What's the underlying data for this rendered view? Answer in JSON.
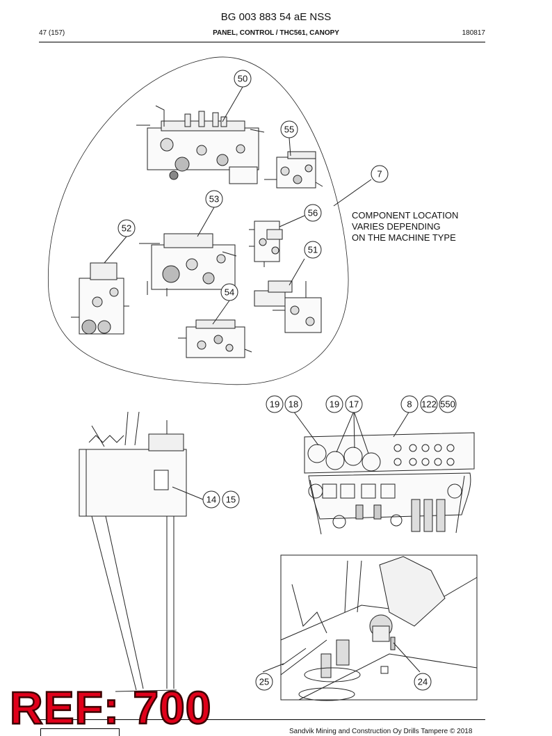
{
  "document": {
    "title": "BG 003 883 54 aE NSS",
    "page": "47 (157)",
    "section": "PANEL, CONTROL / THC561, CANOPY",
    "date_code": "180817"
  },
  "callouts": {
    "c50": "50",
    "c55": "55",
    "c7": "7",
    "c53": "53",
    "c56": "56",
    "c52": "52",
    "c51": "51",
    "c54": "54",
    "c19a": "19",
    "c18": "18",
    "c19b": "19",
    "c17": "17",
    "c8": "8",
    "c122": "122",
    "c550": "550",
    "c14": "14",
    "c15": "15",
    "c25": "25",
    "c24": "24"
  },
  "note": "COMPONENT LOCATION\nVARIES DEPENDING\nON THE MACHINE TYPE",
  "stamp": "REF: 700",
  "footer": {
    "copyright": "Sandvik Mining and Construction Oy Drills Tampere © 2018"
  }
}
